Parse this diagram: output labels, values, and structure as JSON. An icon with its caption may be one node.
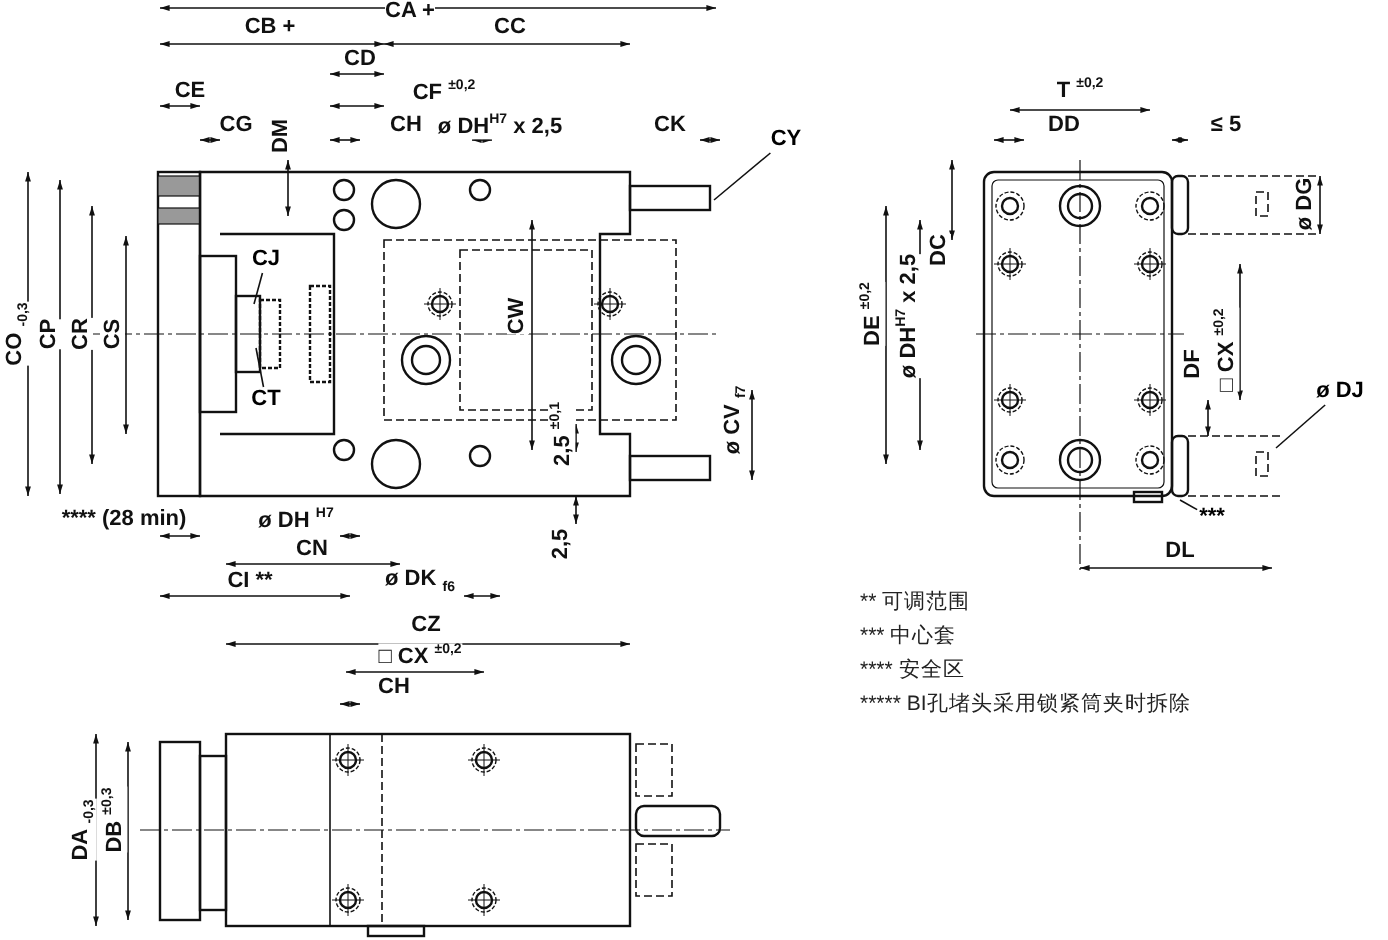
{
  "diagram": {
    "nodes": [
      {
        "text": [
          "CY"
        ]
      },
      {
        "text": [
          "CJ"
        ]
      },
      {
        "text": [
          "CT"
        ]
      },
      {
        "text": [
          "ø DJ"
        ]
      },
      {
        "text": [
          "***"
        ]
      }
    ],
    "edges": [
      {
        "from": 0,
        "to": null,
        "arrow": "none"
      },
      {
        "from": 1,
        "to": null,
        "arrow": "none"
      },
      {
        "from": 2,
        "to": null,
        "arrow": "none"
      },
      {
        "from": 3,
        "to": null,
        "arrow": "none"
      },
      {
        "from": 4,
        "to": null,
        "arrow": "none"
      }
    ],
    "labels": [
      "CA +",
      "CB +",
      "CC",
      "CD",
      "CE",
      "CF $^{±0,2}$",
      "CG",
      "DM",
      "CH",
      "ø DH$^{H7}$ x 2,5",
      "CK",
      "CO $_{-0,3}$",
      "CP",
      "CR",
      "CS",
      "CW",
      "2,5 $^{±0,1}$",
      "ø CV $_{f7}$",
      "**** (28 min)",
      "ø DH $^{H7}$",
      "2,5",
      "CN",
      "CI **",
      "ø DK $_{f6}$",
      "T $^{±0,2}$",
      "DD",
      "≤ 5",
      "DC",
      "DE $^{±0,2}$",
      "ø DH$^{H7}$ x 2,5",
      "ø DG",
      "DF",
      "□ CX $^{±0,2}$",
      "DL",
      "** 可调范围",
      "*** 中心套",
      "**** 安全区",
      "***** BI孔堵头采用锁紧筒夹时拆除",
      "CZ",
      "□ CX $^{±0,2}$",
      "CH",
      "DA $_{-0,3}$",
      "DB $^{±0,3}$"
    ]
  }
}
